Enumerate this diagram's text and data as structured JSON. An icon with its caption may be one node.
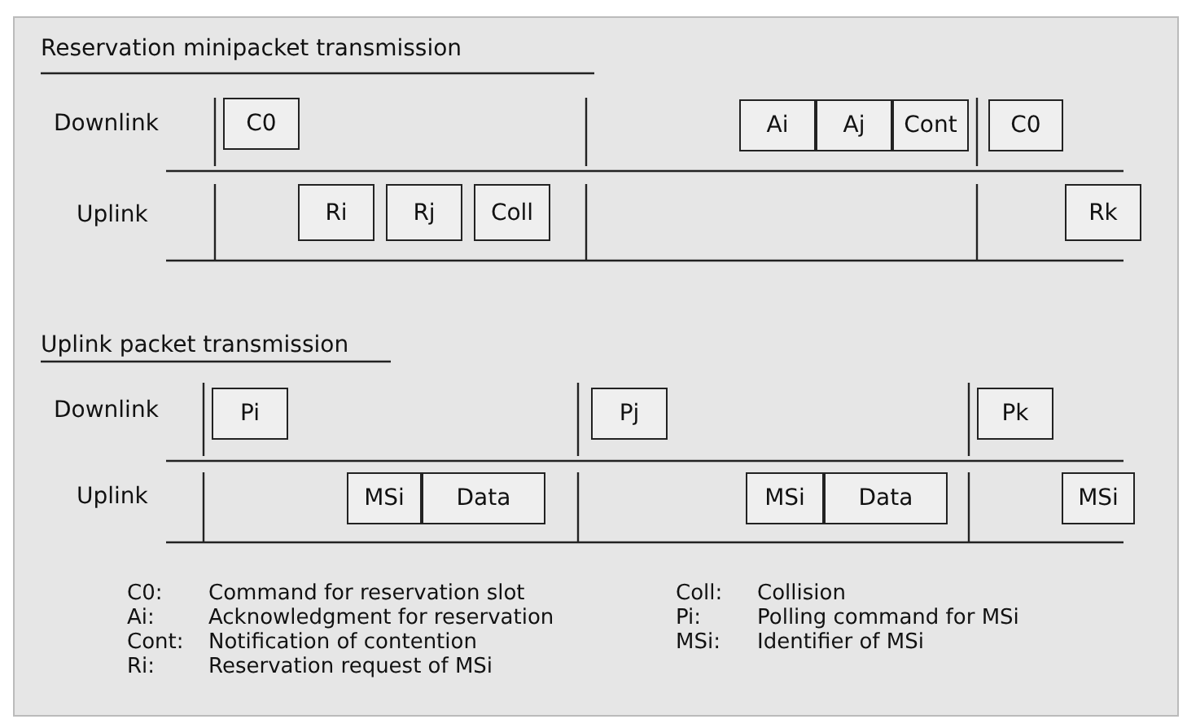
{
  "diagram": {
    "nodes": [
      {
        "text": [
          "C0"
        ]
      },
      {
        "text": [
          "Ai"
        ]
      },
      {
        "text": [
          "Aj"
        ]
      },
      {
        "text": [
          "Cont"
        ]
      },
      {
        "text": [
          "C0"
        ]
      },
      {
        "text": [
          "Ri"
        ]
      },
      {
        "text": [
          "Rj"
        ]
      },
      {
        "text": [
          "Coll"
        ]
      },
      {
        "text": [
          "Rk"
        ]
      },
      {
        "text": [
          "Pi"
        ]
      },
      {
        "text": [
          "Pj"
        ]
      },
      {
        "text": [
          "Pk"
        ]
      },
      {
        "text": [
          "MSi"
        ]
      },
      {
        "text": [
          "Data"
        ]
      },
      {
        "text": [
          "MSi"
        ]
      },
      {
        "text": [
          "Data"
        ]
      },
      {
        "text": [
          "MSi"
        ]
      }
    ],
    "edges": [],
    "labels": [
      "Reservation minipacket transmission",
      "Downlink",
      "Uplink",
      "Uplink packet transmission",
      "Downlink",
      "Uplink",
      "C0:",
      "Command for reservation slot",
      "Coll:",
      "Collision",
      "Ai:",
      "Acknowledgment for reservation",
      "Pi:",
      "Polling command for MSi",
      "Cont:",
      "Notification of contention",
      "MSi:",
      "Identifier of MSi",
      "Ri:",
      "Reservation request of MSi"
    ]
  }
}
